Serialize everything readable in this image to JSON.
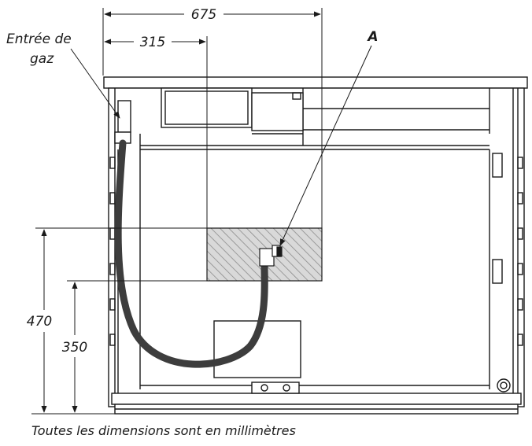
{
  "diagram": {
    "dimensions": {
      "overall_width": "675",
      "inlet_offset": "315",
      "zone_top_height": "470",
      "zone_bottom_height": "350"
    },
    "labels": {
      "gas_inlet_line1": "Entrée de",
      "gas_inlet_line2": "gaz",
      "callout_a": "A"
    },
    "caption": "Toutes les dimensions sont en millimètres",
    "colors": {
      "line": "#1a1a1a",
      "hose": "#3d3d3d",
      "hatch_fill": "#d9d9d9",
      "hatch_line": "#8c8c8c",
      "panel": "#ffffff"
    }
  }
}
